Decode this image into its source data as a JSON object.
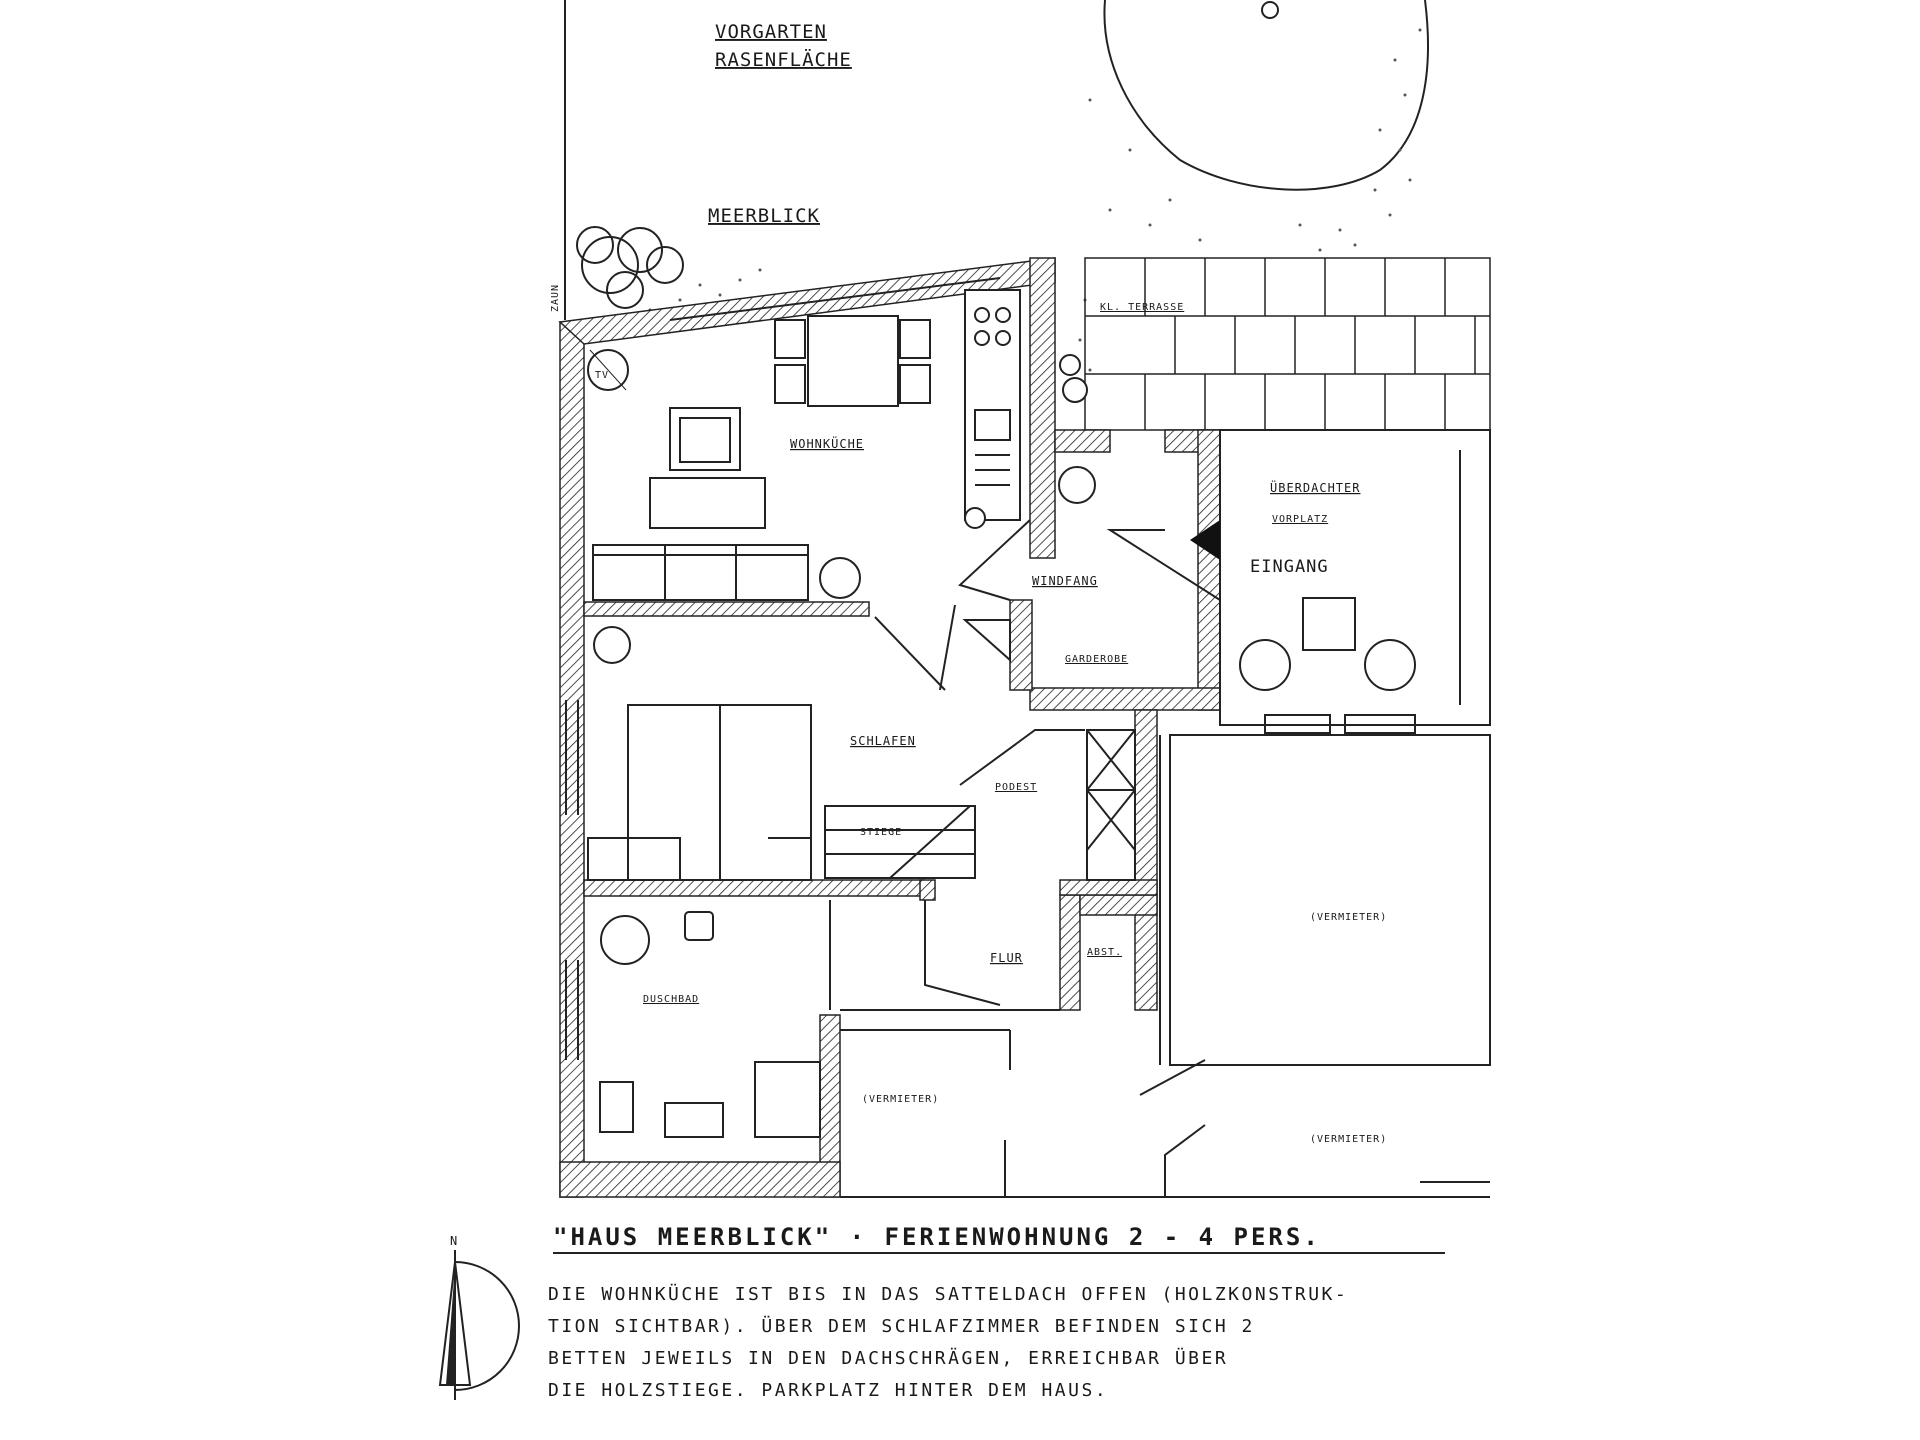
{
  "garden": {
    "vorgarten": "Vorgarten",
    "rasen": "Rasenfläche",
    "meerblick": "Meerblick",
    "zaun": "Zaun",
    "terrasse": "Kl. Terrasse"
  },
  "rooms": {
    "wohnkueche": "Wohnküche",
    "windfang": "Windfang",
    "garderobe": "Garderobe",
    "schlafen": "Schlafen",
    "podest": "Podest",
    "stiege": "Stiege",
    "duschbad": "Duschbad",
    "flur": "Flur",
    "abst": "Abst.",
    "ueberdachter": "Überdachter",
    "vorplatz": "Vorplatz",
    "eingang": "Eingang",
    "tv": "TV"
  },
  "vermieter": [
    "(Vermieter)",
    "(Vermieter)",
    "(Vermieter)"
  ],
  "title": "\"Haus Meerblick\" · Ferienwohnung 2 - 4 Pers.",
  "description": [
    "Die Wohnküche ist bis in das Satteldach offen (Holzkonstruk-",
    "tion sichtbar). Über dem Schlafzimmer befinden sich 2",
    "Betten jeweils in den Dachschrägen, erreichbar über",
    "die Holzstiege. Parkplatz hinter dem Haus."
  ],
  "compass": {
    "north": "N"
  }
}
